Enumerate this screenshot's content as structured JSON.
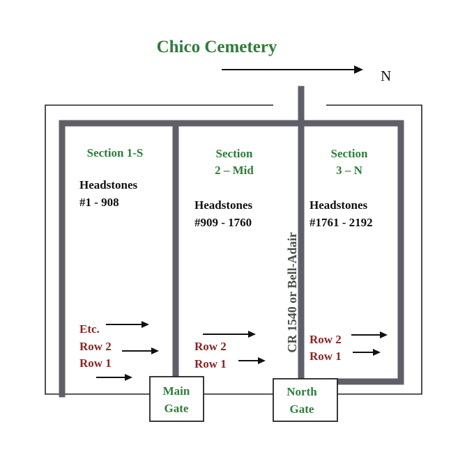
{
  "title": "Chico Cemetery",
  "north_label": "N",
  "road_label": "CR 1540 or Bell-Adair",
  "colors": {
    "title_green": "#2e7d3a",
    "row_red": "#8b2323",
    "wall_gray": "#5f5f68"
  },
  "sections": [
    {
      "name_line1": "Section 1-S",
      "name_line2": "",
      "headstones_label": "Headstones",
      "headstones_range": "#1 - 908",
      "row_labels": [
        "Etc.",
        "Row 2",
        "Row 1"
      ]
    },
    {
      "name_line1": "Section",
      "name_line2": "2 – Mid",
      "headstones_label": "Headstones",
      "headstones_range": "#909 - 1760",
      "row_labels": [
        "Row 2",
        "Row 1"
      ]
    },
    {
      "name_line1": "Section",
      "name_line2": "3 – N",
      "headstones_label": "Headstones",
      "headstones_range": "#1761 - 2192",
      "row_labels": [
        "Row 2",
        "Row 1"
      ]
    }
  ],
  "gates": [
    {
      "line1": "Main",
      "line2": "Gate"
    },
    {
      "line1": "North",
      "line2": "Gate"
    }
  ]
}
